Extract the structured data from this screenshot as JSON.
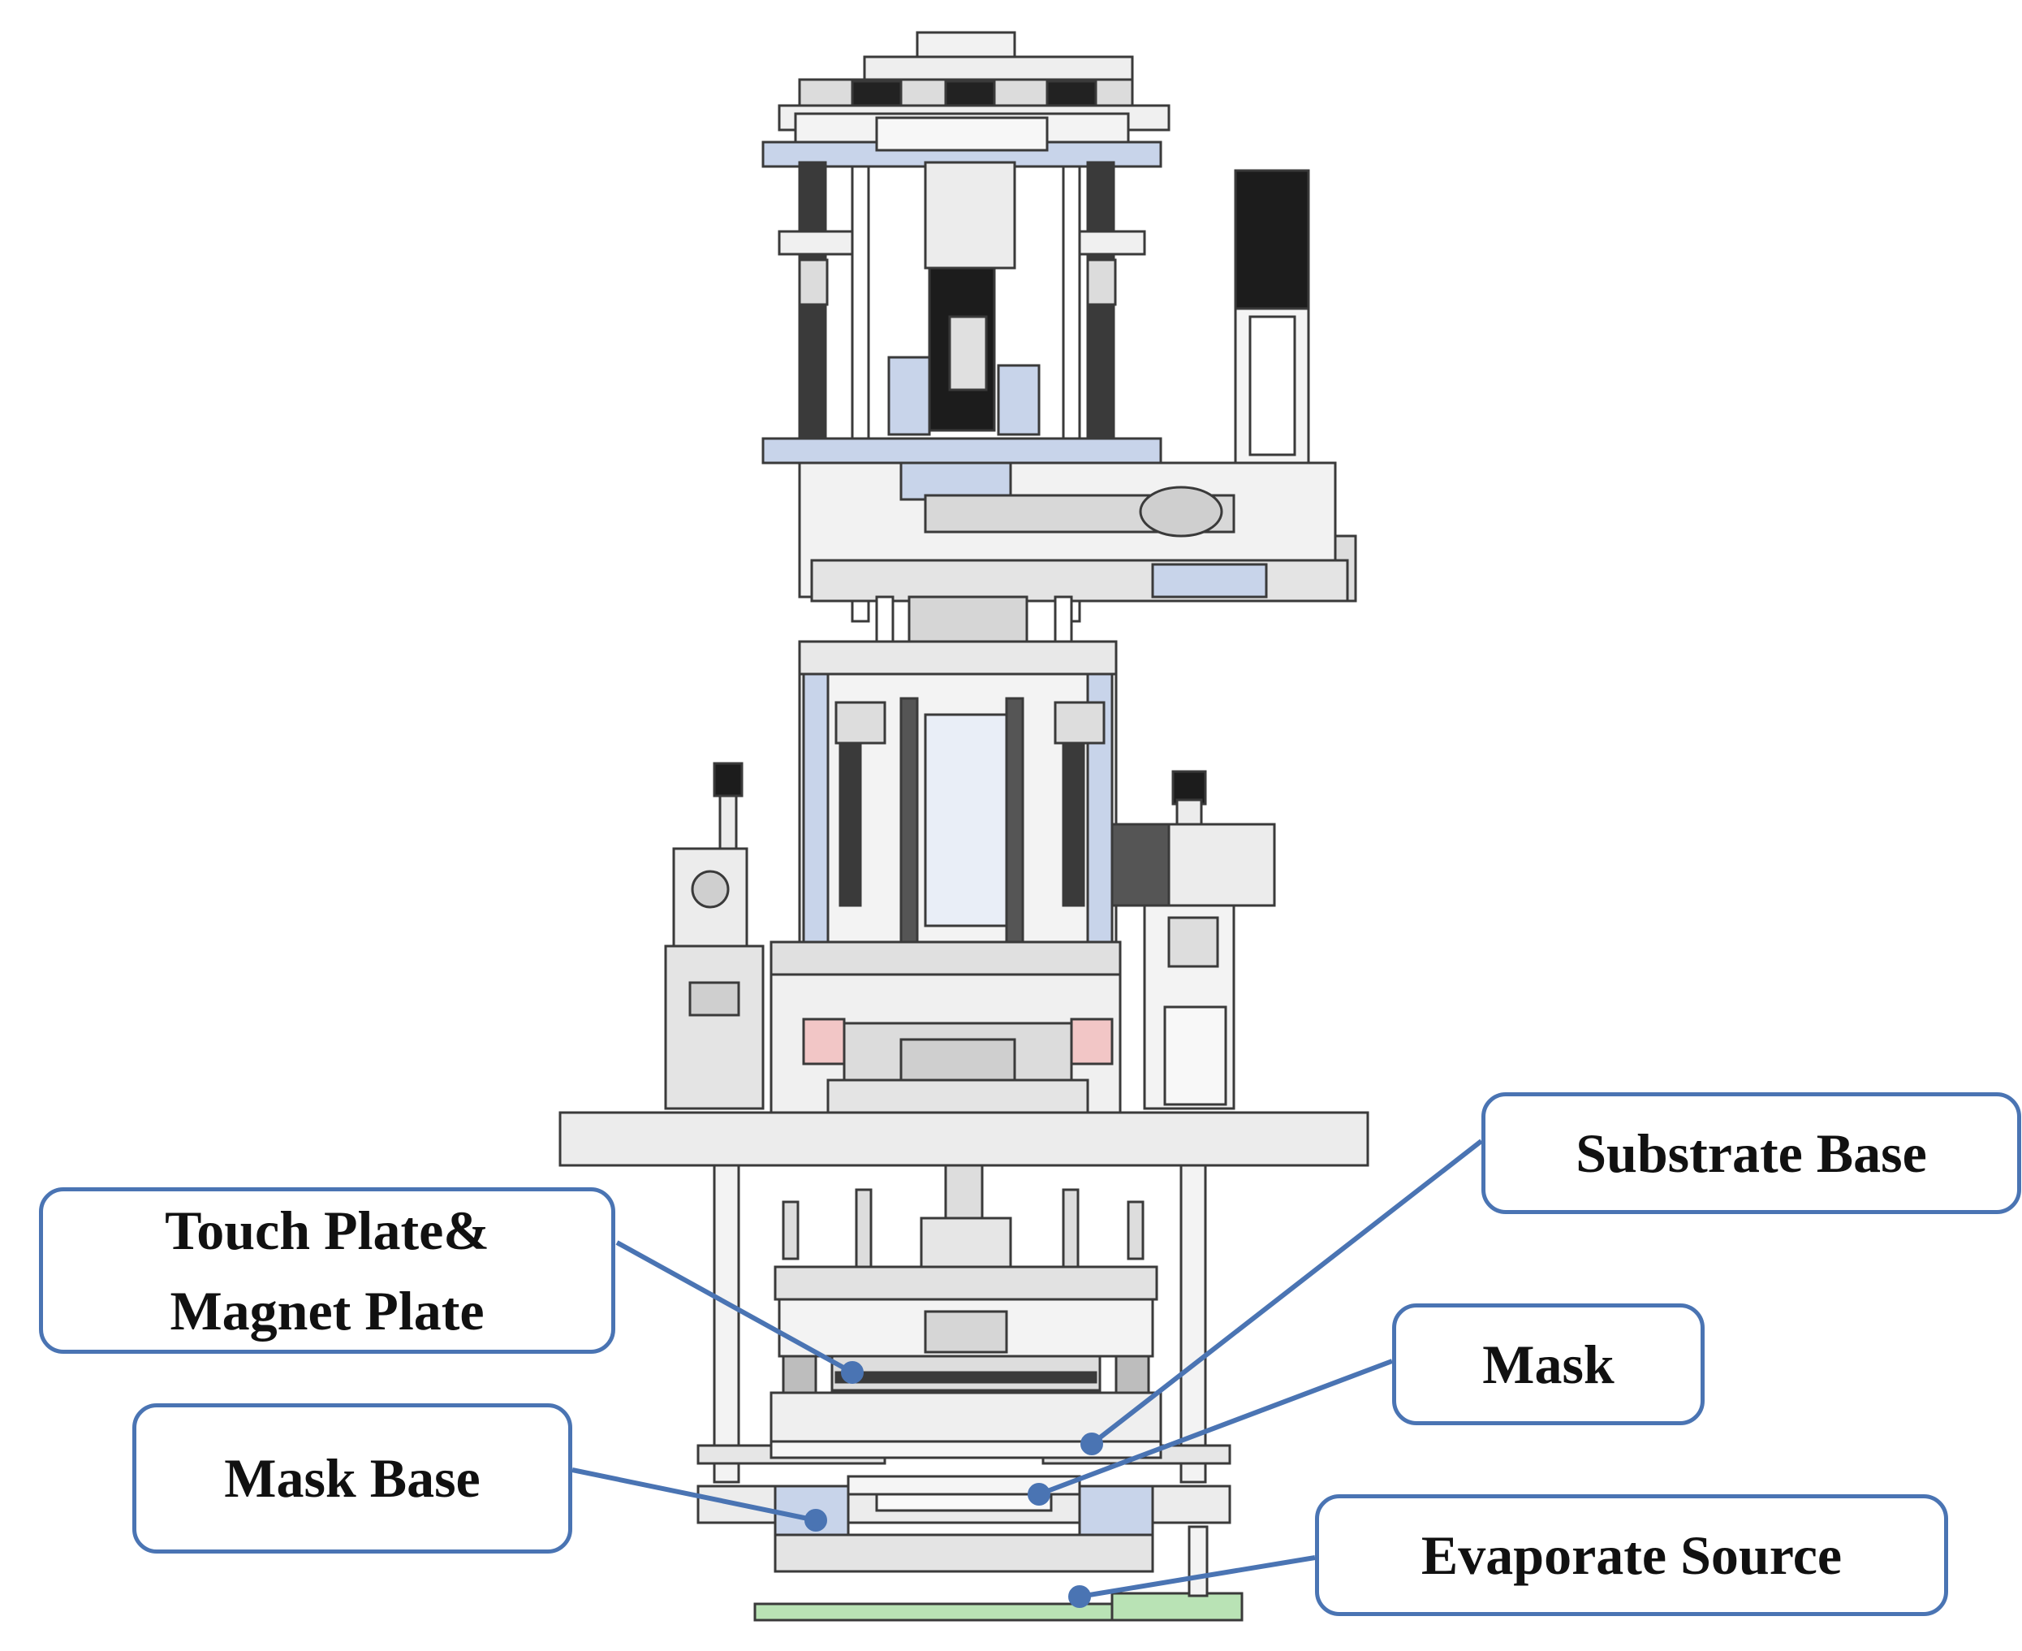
{
  "colors": {
    "callout_border": "#4a74b3",
    "leader_line": "#4a74b3",
    "machine_outline": "#3a3a3a",
    "machine_fill": "#e6e6e6",
    "accent_blue_parts": "#c8d4ea",
    "motor_dark": "#1c1c1c",
    "heater_pink": "#f2c6c6",
    "source_green": "#b9e3b5"
  },
  "labels": {
    "touch_plate_line1": "Touch Plate&",
    "touch_plate_line2": "Magnet Plate",
    "substrate_base": "Substrate Base",
    "mask": "Mask",
    "mask_base": "Mask Base",
    "evaporate_source": "Evaporate Source"
  }
}
